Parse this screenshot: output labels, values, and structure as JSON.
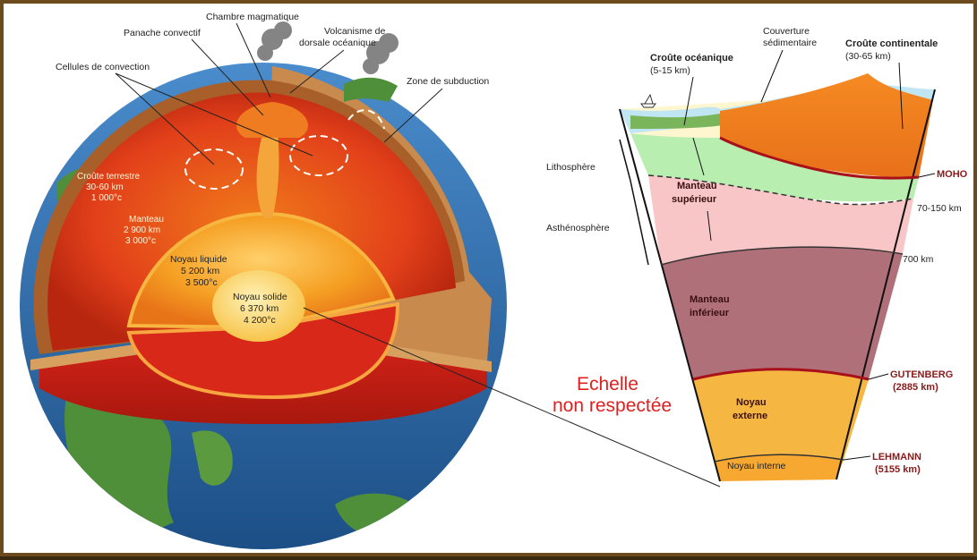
{
  "globe": {
    "labels": {
      "chambre": "Chambre magmatique",
      "panache": "Panache convectif",
      "volcanisme_1": "Volcanisme de",
      "volcanisme_2": "dorsale océanique",
      "cellules": "Cellules de convection",
      "subduction": "Zone de subduction"
    },
    "layers": {
      "croute": [
        "Croûte terrestre",
        "30-60 km",
        "1 000°c"
      ],
      "manteau": [
        "Manteau",
        "2 900 km",
        "3 000°c"
      ],
      "noyau_liquide": [
        "Noyau liquide",
        "5 200 km",
        "3 500°c"
      ],
      "noyau_solide": [
        "Noyau solide",
        "6 370 km",
        "4 200°c"
      ]
    }
  },
  "scale_note": [
    "Echelle",
    "non respectée"
  ],
  "section": {
    "couverture": [
      "Couverture",
      "sédimentaire"
    ],
    "croute_oceanique": [
      "Croûte océanique",
      "(5-15 km)"
    ],
    "croute_continentale": [
      "Croûte continentale",
      "(30-65 km)"
    ],
    "lithosphere": "Lithosphère",
    "asthenosphere": "Asthénosphère",
    "manteau_superieur": [
      "Manteau",
      "supérieur"
    ],
    "manteau_inferieur": [
      "Manteau",
      "inférieur"
    ],
    "noyau_externe": [
      "Noyau",
      "externe"
    ],
    "noyau_interne": "Noyau interne",
    "moho": "MOHO",
    "depth_150": "70-150 km",
    "depth_700": "700 km",
    "gutenberg": "GUTENBERG",
    "gutenberg_depth": "(2885 km)",
    "lehmann": "LEHMANN",
    "lehmann_depth": "(5155 km)"
  },
  "colors": {
    "ocean": "#2f6fae",
    "land": "#4f8f3a",
    "mantle": "#d9361a",
    "outer_core": "#f29a1c",
    "inner_core": "#fbd46a",
    "crust": "#c47a3a",
    "accent_red": "#e02020",
    "boundary_red": "#8b1a1a"
  },
  "icons": [
    "convection-arrow-icon",
    "boat-icon",
    "volcano-smoke-icon"
  ]
}
